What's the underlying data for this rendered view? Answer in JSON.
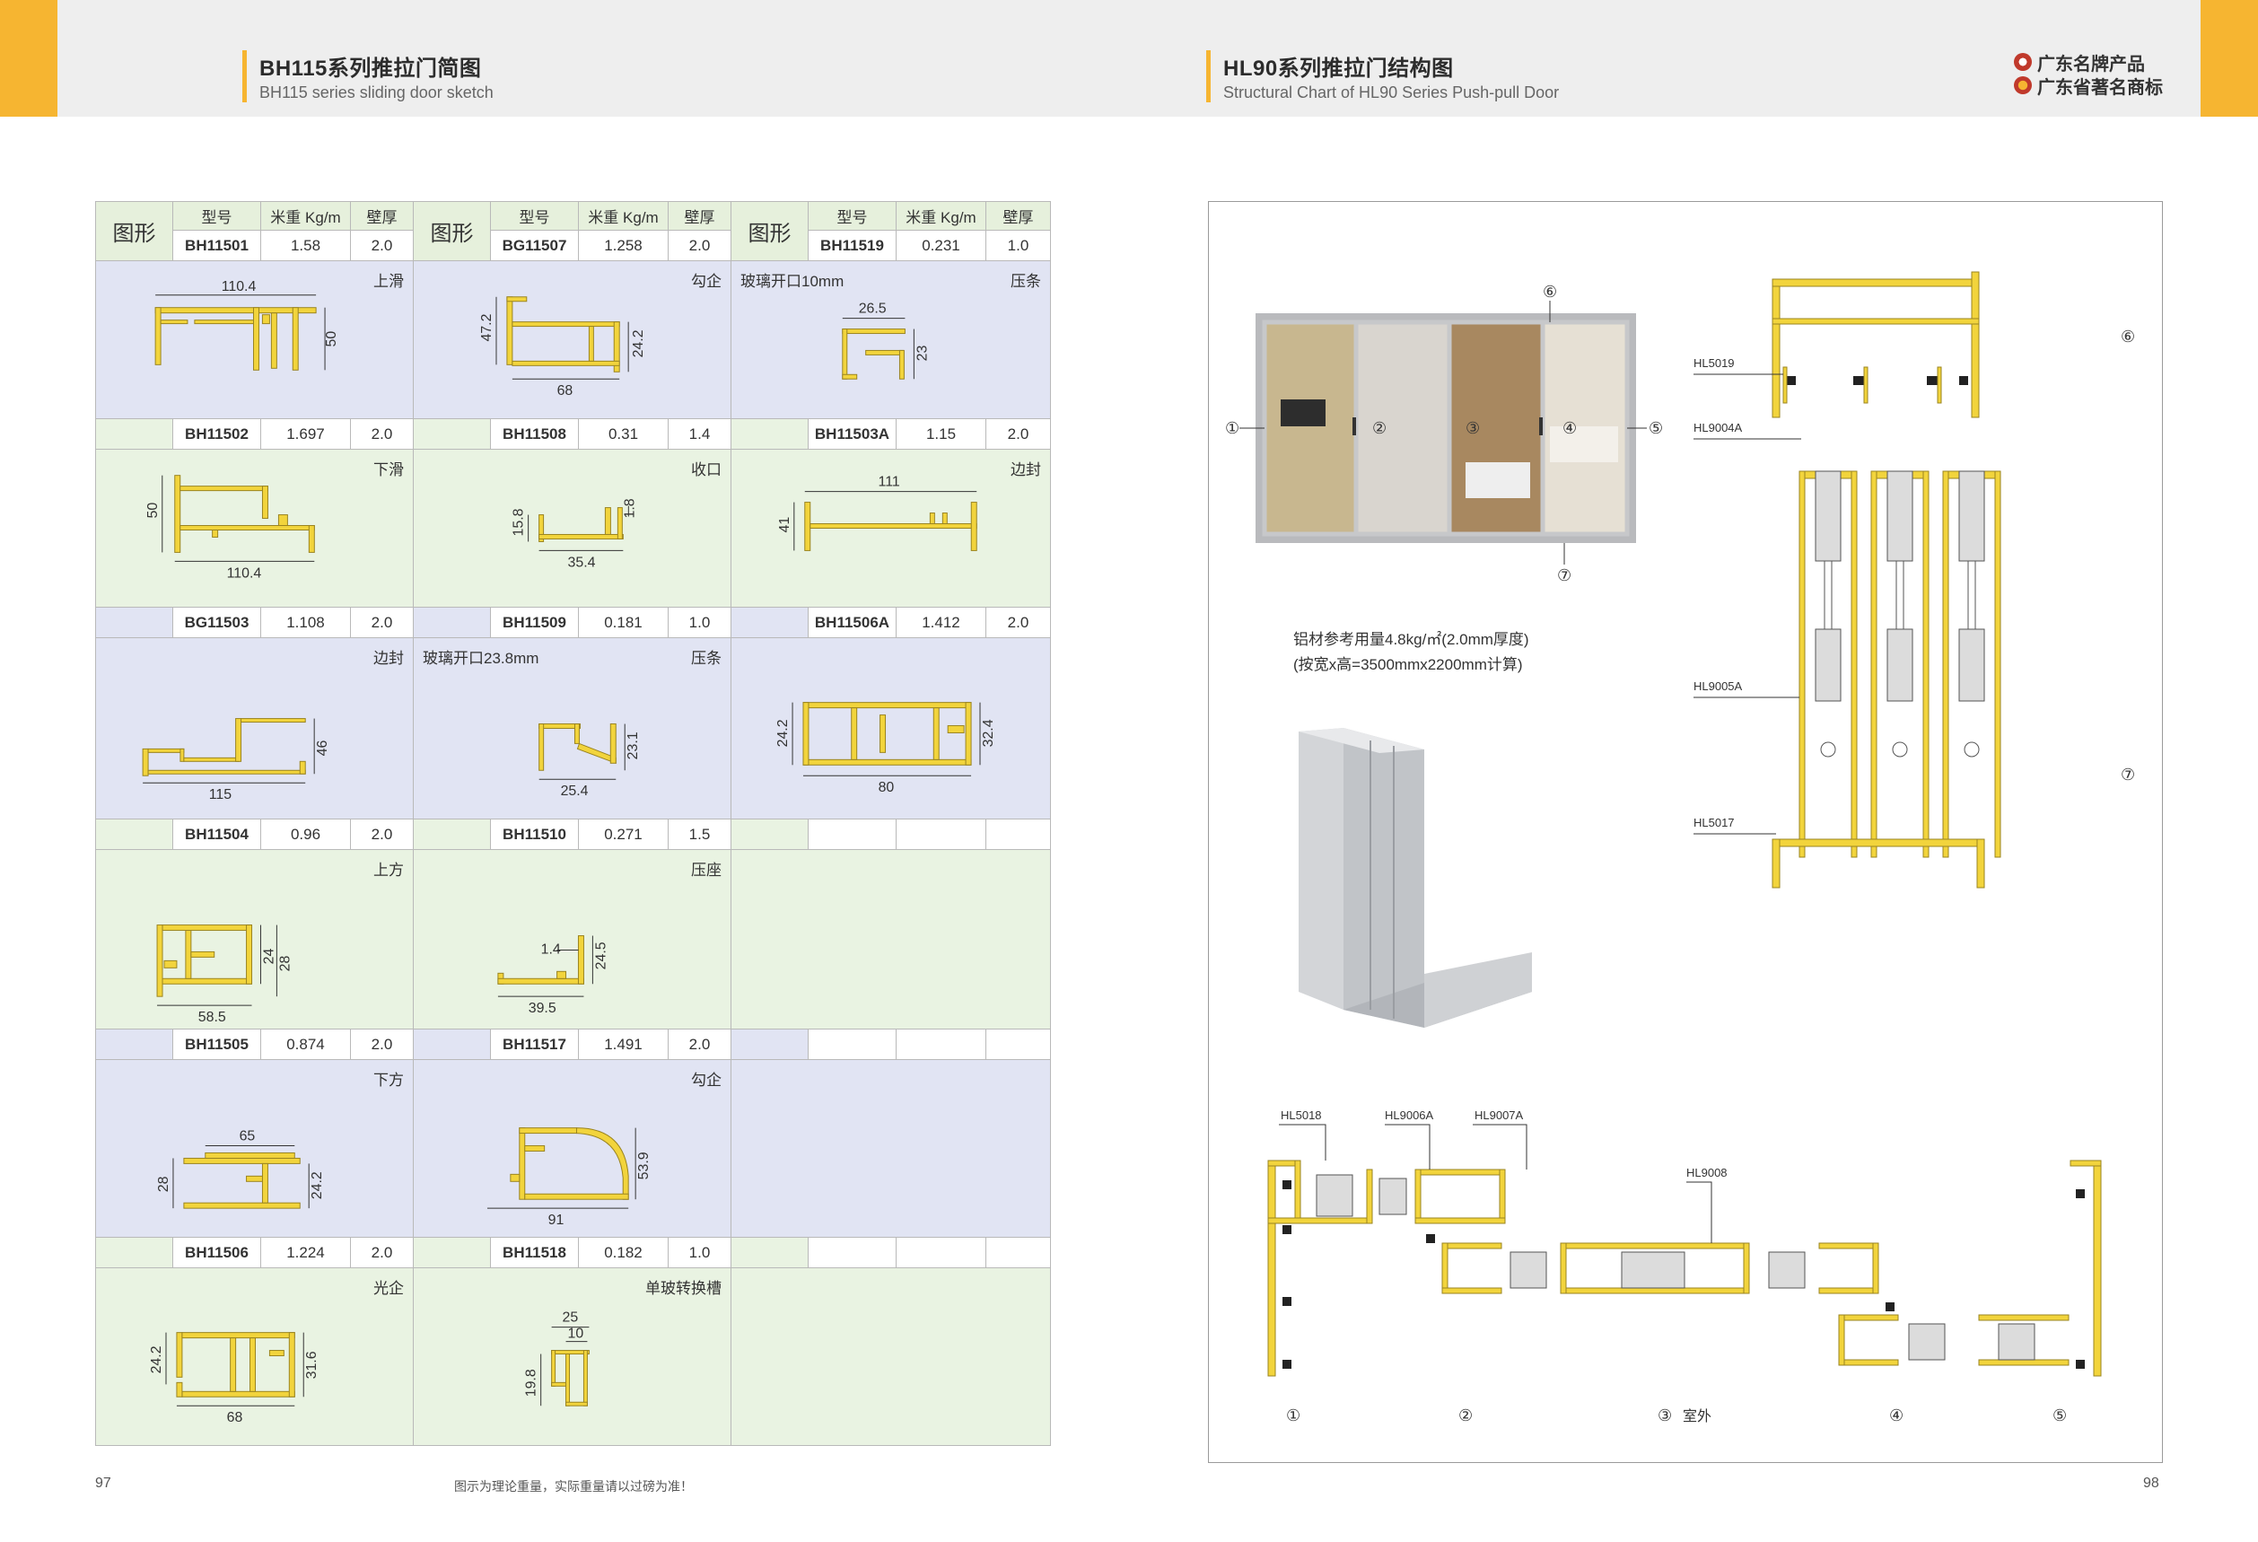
{
  "left_page": {
    "title": "BH115系列推拉门简图",
    "subtitle": "BH115 series sliding door sketch",
    "page_number": "97",
    "footer_note": "图示为理论重量，实际重量请以过磅为准！"
  },
  "right_page": {
    "title": "HL90系列推拉门结构图",
    "subtitle": "Structural Chart of HL90 Series Push-pull Door",
    "page_number": "98",
    "brand_line_1": "广东名牌产品",
    "brand_line_2": "广东省著名商标",
    "usage_line_1": "铝材参考用量4.8kg/㎡(2.0mm厚度)",
    "usage_line_2": "(按宽x高=3500mmx2200mm计算)"
  },
  "table": {
    "header_shape": "图形",
    "header_model": "型号",
    "header_weight": "米重 Kg/m",
    "header_thickness": "壁厚",
    "col1": {
      "p1": {
        "model": "BH11501",
        "weight": "1.58",
        "thickness": "2.0",
        "name": "上滑",
        "dims": [
          "110.4",
          "50"
        ]
      },
      "p2": {
        "model": "BH11502",
        "weight": "1.697",
        "thickness": "2.0",
        "name": "下滑",
        "dims": [
          "50",
          "110.4"
        ]
      },
      "p3": {
        "model": "BG11503",
        "weight": "1.108",
        "thickness": "2.0",
        "name": "边封",
        "dims": [
          "46",
          "115"
        ]
      },
      "p4": {
        "model": "BH11504",
        "weight": "0.96",
        "thickness": "2.0",
        "name": "上方",
        "dims": [
          "24",
          "28",
          "58.5"
        ]
      },
      "p5": {
        "model": "BH11505",
        "weight": "0.874",
        "thickness": "2.0",
        "name": "下方",
        "dims": [
          "65",
          "28",
          "24.2"
        ]
      },
      "p6": {
        "model": "BH11506",
        "weight": "1.224",
        "thickness": "2.0",
        "name": "光企",
        "dims": [
          "24.2",
          "31.6",
          "68"
        ]
      }
    },
    "col2": {
      "p1": {
        "model": "BG11507",
        "weight": "1.258",
        "thickness": "2.0",
        "name": "勾企",
        "dims": [
          "47.2",
          "24.2",
          "68"
        ]
      },
      "p2": {
        "model": "BH11508",
        "weight": "0.31",
        "thickness": "1.4",
        "name": "收口",
        "dims": [
          "15.8",
          "1.8",
          "35.4"
        ]
      },
      "p3": {
        "model": "BH11509",
        "weight": "0.181",
        "thickness": "1.0",
        "name": "压条",
        "note": "玻璃开口23.8mm",
        "dims": [
          "23.1",
          "25.4"
        ]
      },
      "p4": {
        "model": "BH11510",
        "weight": "0.271",
        "thickness": "1.5",
        "name": "压座",
        "dims": [
          "1.4",
          "24.5",
          "39.5"
        ]
      },
      "p5": {
        "model": "BH11517",
        "weight": "1.491",
        "thickness": "2.0",
        "name": "勾企",
        "dims": [
          "53.9",
          "91"
        ]
      },
      "p6": {
        "model": "BH11518",
        "weight": "0.182",
        "thickness": "1.0",
        "name": "单玻转换槽",
        "dims": [
          "25",
          "10",
          "19.8"
        ]
      }
    },
    "col3": {
      "p1": {
        "model": "BH11519",
        "weight": "0.231",
        "thickness": "1.0",
        "name": "压条",
        "note": "玻璃开口10mm",
        "dims": [
          "26.5",
          "23"
        ]
      },
      "p2": {
        "model": "BH11503A",
        "weight": "1.15",
        "thickness": "2.0",
        "name": "边封",
        "dims": [
          "111",
          "41"
        ]
      },
      "p3": {
        "model": "BH11506A",
        "weight": "1.412",
        "thickness": "2.0",
        "dims": [
          "24.2",
          "32.4",
          "80"
        ]
      }
    }
  },
  "structure": {
    "codes": {
      "hl5019": "HL5019",
      "hl9004a": "HL9004A",
      "hl9005a": "HL9005A",
      "hl5017": "HL5017",
      "hl5018": "HL5018",
      "hl9006a": "HL9006A",
      "hl9007a": "HL9007A",
      "hl9008": "HL9008"
    },
    "markers": [
      "①",
      "②",
      "③",
      "④",
      "⑤",
      "⑥",
      "⑦"
    ],
    "outdoor_label": "室外"
  },
  "colors": {
    "accent": "#f6b531",
    "profile": "#f2d43c",
    "grid_blue": "#e1e4f3",
    "grid_green": "#e9f3e2"
  }
}
